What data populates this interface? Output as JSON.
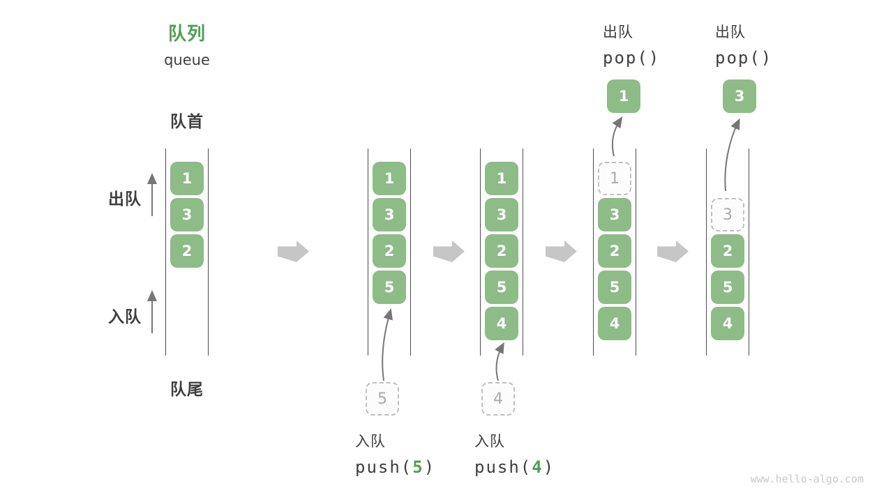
{
  "header": {
    "title_zh": "队列",
    "title_en": "queue"
  },
  "side_labels": {
    "front": "队首",
    "rear": "队尾",
    "dequeue": "出队",
    "enqueue": "入队"
  },
  "colors": {
    "accent_green": "#4F9E52",
    "cell_green": "#8DBC87",
    "block_arrow_gray": "#C6C6C6",
    "thin_arrow_gray": "#767676",
    "text_dark": "#3E3E3E",
    "dashed_gray": "#BFBFBF"
  },
  "watermark": "www.hello-algo.com",
  "diagram": {
    "states": [
      {
        "name": "initial",
        "cells": [
          {
            "value": "1",
            "style": "solid"
          },
          {
            "value": "3",
            "style": "solid"
          },
          {
            "value": "2",
            "style": "solid"
          }
        ]
      },
      {
        "name": "after-push-5",
        "cells": [
          {
            "value": "1",
            "style": "solid"
          },
          {
            "value": "3",
            "style": "solid"
          },
          {
            "value": "2",
            "style": "solid"
          },
          {
            "value": "5",
            "style": "solid"
          }
        ],
        "incoming": {
          "value": "5",
          "style": "dashed"
        },
        "op": {
          "action": "入队",
          "fn": "push(",
          "arg": "5",
          "close": ")"
        }
      },
      {
        "name": "after-push-4",
        "cells": [
          {
            "value": "1",
            "style": "solid"
          },
          {
            "value": "3",
            "style": "solid"
          },
          {
            "value": "2",
            "style": "solid"
          },
          {
            "value": "5",
            "style": "solid"
          },
          {
            "value": "4",
            "style": "solid"
          }
        ],
        "incoming": {
          "value": "4",
          "style": "dashed"
        },
        "op": {
          "action": "入队",
          "fn": "push(",
          "arg": "4",
          "close": ")"
        }
      },
      {
        "name": "after-pop-1",
        "cells": [
          {
            "value": "1",
            "style": "dashed"
          },
          {
            "value": "3",
            "style": "solid"
          },
          {
            "value": "2",
            "style": "solid"
          },
          {
            "value": "5",
            "style": "solid"
          },
          {
            "value": "4",
            "style": "solid"
          }
        ],
        "outgoing": {
          "value": "1",
          "style": "solid"
        },
        "op": {
          "action": "出队",
          "fn": "pop()"
        }
      },
      {
        "name": "after-pop-3",
        "cells": [
          {
            "value": "3",
            "style": "dashed"
          },
          {
            "value": "2",
            "style": "solid"
          },
          {
            "value": "5",
            "style": "solid"
          },
          {
            "value": "4",
            "style": "solid"
          }
        ],
        "outgoing": {
          "value": "3",
          "style": "solid"
        },
        "op": {
          "action": "出队",
          "fn": "pop()"
        }
      }
    ]
  }
}
